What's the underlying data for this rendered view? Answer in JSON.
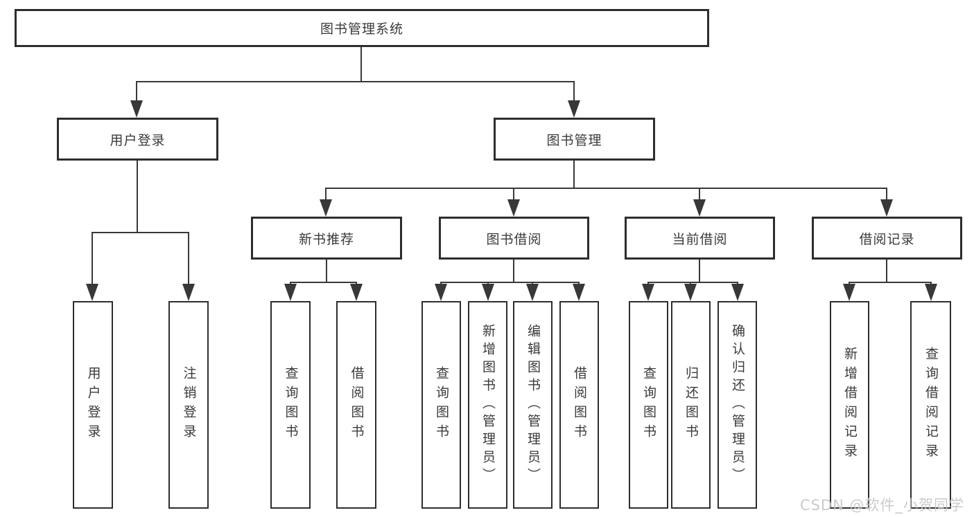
{
  "diagram": {
    "root": "图书管理系统",
    "level2": [
      "用户登录",
      "图书管理"
    ],
    "level3": [
      "新书推荐",
      "图书借阅",
      "当前借阅",
      "借阅记录"
    ],
    "leaves": {
      "user_login": [
        "用户登录",
        "注销登录"
      ],
      "new_book_recommend": [
        "查询图书",
        "借阅图书"
      ],
      "book_borrowing": [
        "查询图书",
        "新增图书（管理员）",
        "编辑图书（管理员）",
        "借阅图书"
      ],
      "current_borrowing": [
        "查询图书",
        "归还图书",
        "确认归还（管理员）"
      ],
      "borrowing_records": [
        "新增借阅记录",
        "查询借阅记录"
      ]
    }
  },
  "watermark": "CSDN @软件_小贺同学",
  "colors": {
    "line": "#383838",
    "box_border": "#2d2d2d",
    "text": "#3a3a3a",
    "watermark": "#c6c6c6"
  }
}
